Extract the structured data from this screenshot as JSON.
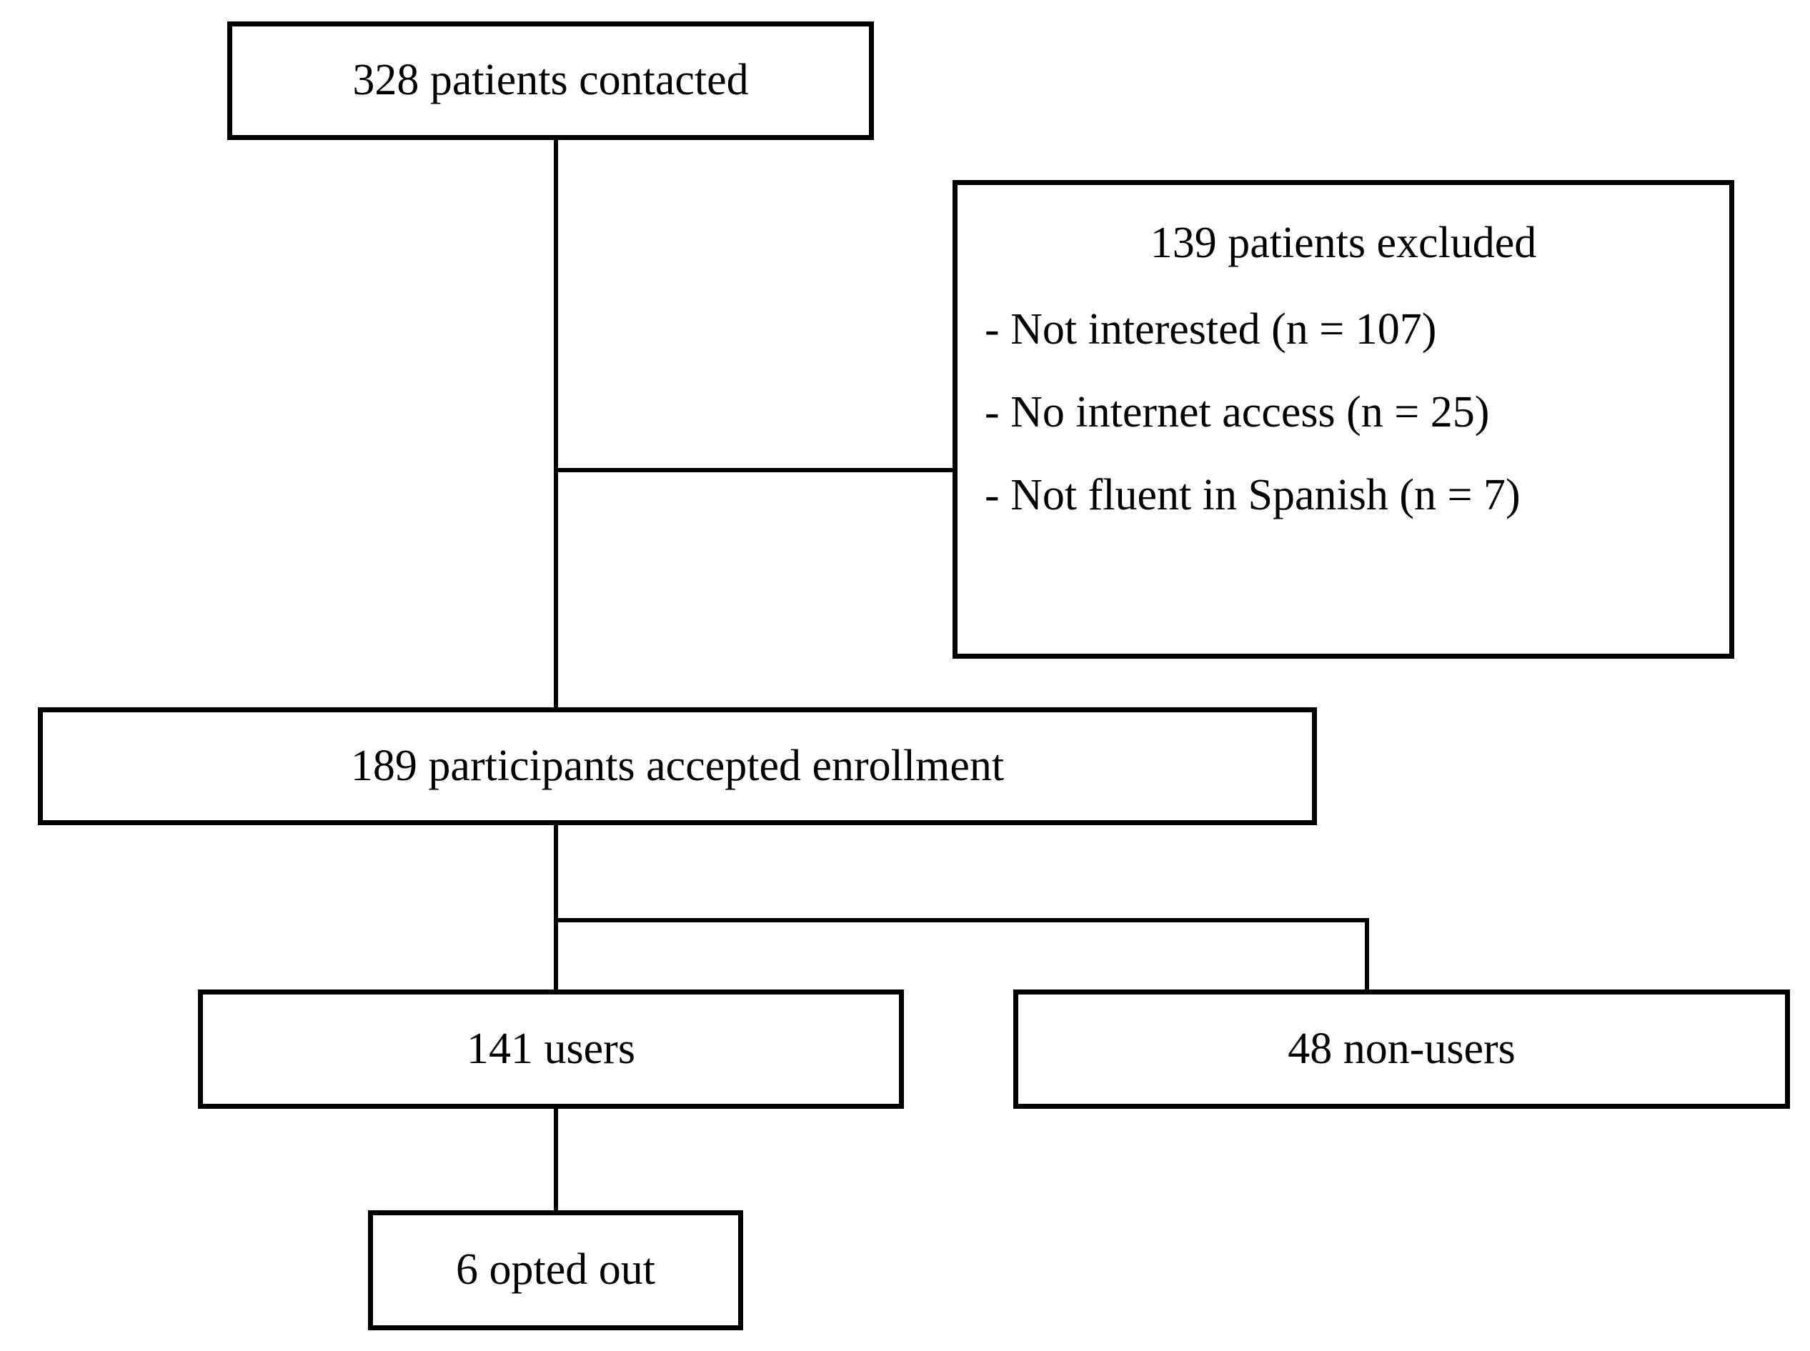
{
  "chart_data": {
    "type": "diagram",
    "title": "Participant enrollment flow diagram",
    "nodes": [
      {
        "id": "contacted",
        "label": "328 patients contacted",
        "value": 328
      },
      {
        "id": "excluded",
        "label": "139 patients excluded",
        "value": 139
      },
      {
        "id": "enrolled",
        "label": "189 participants accepted enrollment",
        "value": 189
      },
      {
        "id": "users",
        "label": "141 users",
        "value": 141
      },
      {
        "id": "nonusers",
        "label": "48 non-users",
        "value": 48
      },
      {
        "id": "optedout",
        "label": "6 opted out",
        "value": 6
      }
    ],
    "excluded_reasons": [
      {
        "label": "- Not interested (n = 107)",
        "reason": "Not interested",
        "n": 107
      },
      {
        "label": "- No internet access (n = 25)",
        "reason": "No internet access",
        "n": 25
      },
      {
        "label": "- Not fluent in Spanish (n = 7)",
        "reason": "Not fluent in Spanish",
        "n": 7
      }
    ],
    "edges": [
      {
        "from": "contacted",
        "to": "excluded"
      },
      {
        "from": "contacted",
        "to": "enrolled"
      },
      {
        "from": "enrolled",
        "to": "users"
      },
      {
        "from": "enrolled",
        "to": "nonusers"
      },
      {
        "from": "users",
        "to": "optedout"
      }
    ],
    "colors": {
      "line": "#000000",
      "box_border": "#000000",
      "box_fill": "#ffffff",
      "text": "#000000"
    }
  },
  "flow": {
    "contacted": {
      "label": "328 patients contacted"
    },
    "excluded": {
      "title": "139 patients excluded",
      "reasons": [
        "- Not interested (n = 107)",
        "- No internet access (n = 25)",
        "- Not fluent in Spanish (n = 7)"
      ]
    },
    "enrolled": {
      "label": "189 participants accepted enrollment"
    },
    "users": {
      "label": "141 users"
    },
    "nonusers": {
      "label": "48 non-users"
    },
    "optedout": {
      "label": "6 opted out"
    }
  }
}
